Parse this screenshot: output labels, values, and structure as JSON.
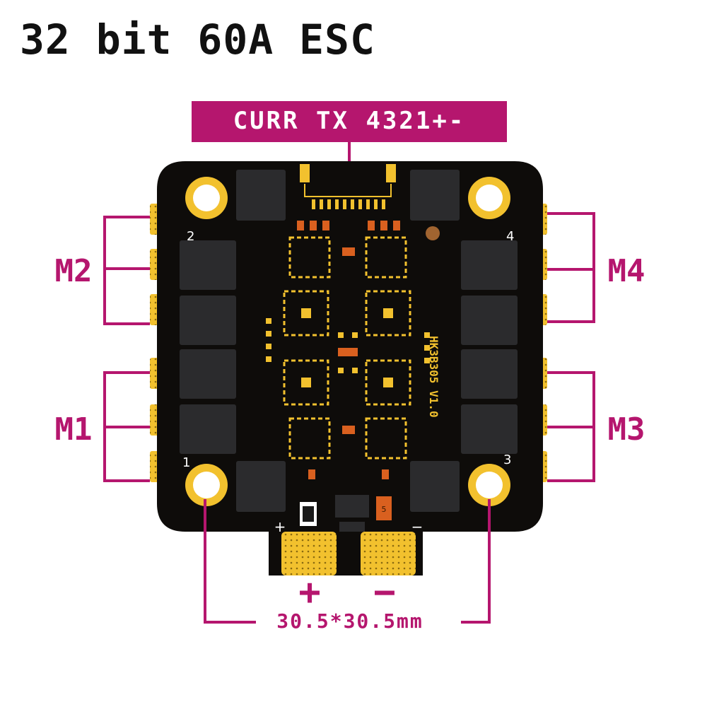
{
  "title": "32 bit 60A ESC",
  "connector_label": "CURR TX 4321+-",
  "motors": {
    "m1": "M1",
    "m2": "M2",
    "m3": "M3",
    "m4": "M4"
  },
  "corner_numbers": {
    "n1": "1",
    "n2": "2",
    "n3": "3",
    "n4": "4"
  },
  "board_text": {
    "model": "HK3B305 V1.0",
    "plus_small": "+",
    "minus_small": "−",
    "cap_mark": "5"
  },
  "power_pads": {
    "plus": "+",
    "minus": "−"
  },
  "mount_dimension": "30.5*30.5mm",
  "colors": {
    "annotation": "#b5166e",
    "board": "#0e0c0a",
    "pad_gold": "#f2c12e",
    "mosfet": "#2b2b2d"
  }
}
